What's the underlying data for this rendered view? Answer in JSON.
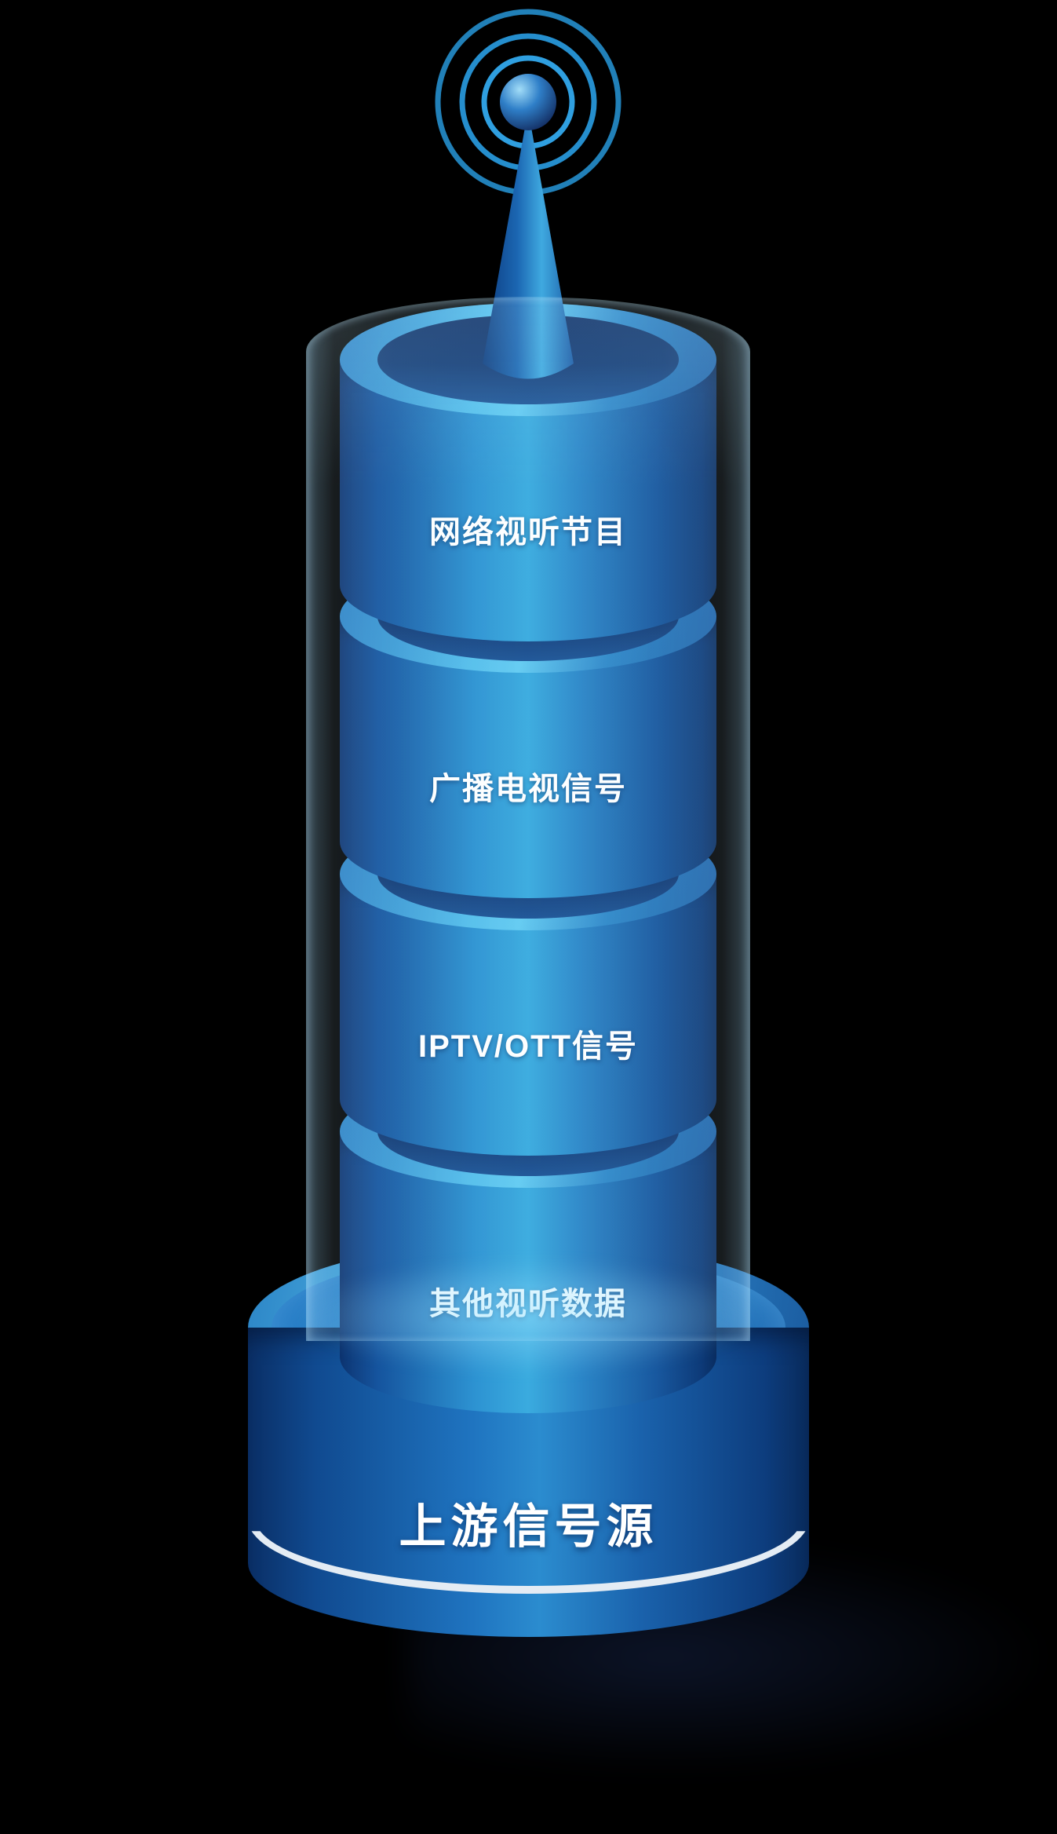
{
  "tower": {
    "antenna_icon": "broadcast-antenna",
    "layers": [
      {
        "label": "网络视听节目"
      },
      {
        "label": "广播电视信号"
      },
      {
        "label": "IPTV/OTT信号"
      },
      {
        "label": "其他视听数据"
      }
    ],
    "base_label": "上游信号源"
  },
  "colors": {
    "background": "#000000",
    "cylinder_bright": "#3aabdf",
    "cylinder_dark": "#0d3572",
    "rim_light": "#63cbf2",
    "hole_dark": "#0e2f66",
    "base_ring": "#e4ecf4",
    "label_text": "#ffffff"
  }
}
